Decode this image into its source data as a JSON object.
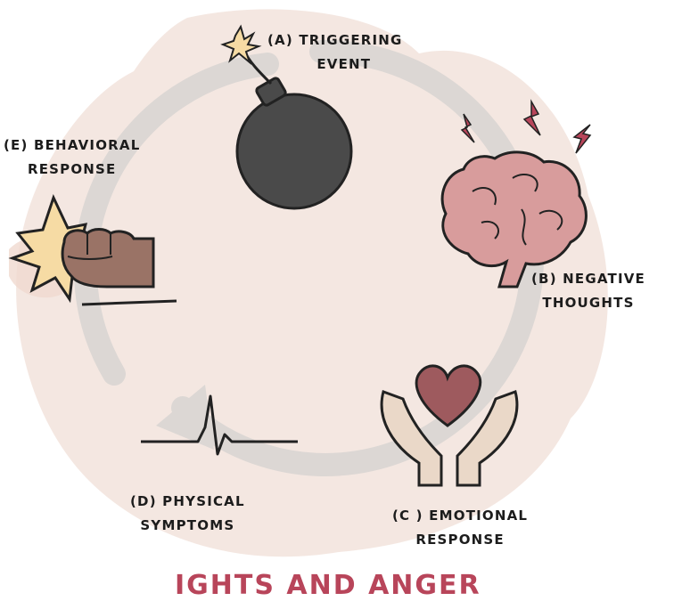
{
  "diagram": {
    "nodes": [
      {
        "id": "A",
        "line1": "(A) TRIGGERING",
        "line2": "EVENT",
        "icon": "bomb-icon"
      },
      {
        "id": "B",
        "line1": "(B) NEGATIVE",
        "line2": "THOUGHTS",
        "icon": "brain-icon"
      },
      {
        "id": "C",
        "line1": "(C ) EMOTIONAL",
        "line2": "RESPONSE",
        "icon": "heart-in-hands-icon"
      },
      {
        "id": "D",
        "line1": "(D) PHYSICAL",
        "line2": "SYMPTOMS",
        "icon": "heartbeat-icon"
      },
      {
        "id": "E",
        "line1": "(E) BEHAVIORAL",
        "line2": "RESPONSE",
        "icon": "fist-icon"
      }
    ],
    "footer": "IGHTS AND ANGER",
    "colors": {
      "ring": "#dcd7d4",
      "blob": "#f3e4de",
      "bomb": "#4a4a4a",
      "brain": "#d89c9c",
      "heart": "#9e5a5e",
      "hands": "#ead8c8",
      "fist": "#9a7366",
      "burst": "#f6dba4",
      "accent_text": "#b8455a"
    }
  }
}
